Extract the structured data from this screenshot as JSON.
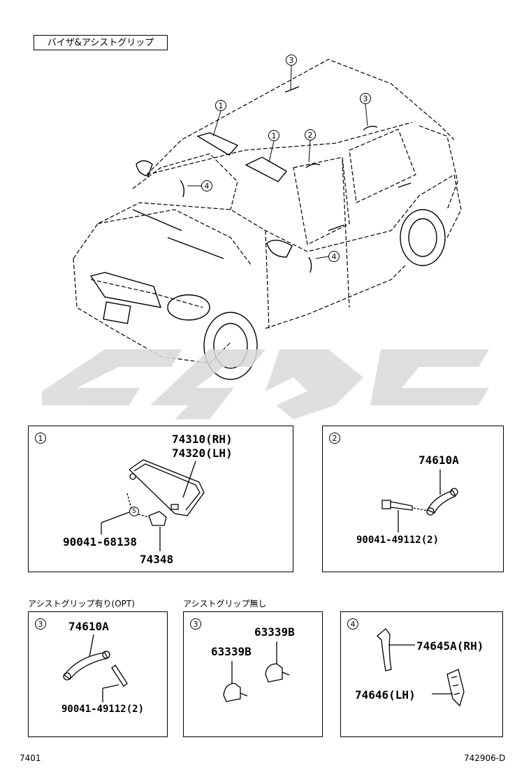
{
  "title": "バイザ&アシストグリップ",
  "callouts": {
    "c1": "1",
    "c2": "2",
    "c3": "3",
    "c4": "4"
  },
  "panel1": {
    "index": "1",
    "parts": [
      "74310(RH)",
      "74320(LH)",
      "90041-68138",
      "74348"
    ],
    "screw_mark": "S"
  },
  "panel2": {
    "index": "2",
    "parts": [
      "74610A",
      "90041-49112(2)"
    ]
  },
  "panel3a": {
    "caption": "アシストグリップ有り(OPT)",
    "index": "3",
    "parts": [
      "74610A",
      "90041-49112(2)"
    ]
  },
  "panel3b": {
    "caption": "アシストグリップ無し",
    "index": "3",
    "parts": [
      "63339B",
      "63339B"
    ]
  },
  "panel4": {
    "index": "4",
    "parts": [
      "74645A(RH)",
      "74646(LH)"
    ]
  },
  "footer": {
    "left": "7401",
    "right": "742906-D"
  },
  "colors": {
    "line": "#000000",
    "watermark": "#d9d9d9",
    "background": "#ffffff"
  }
}
